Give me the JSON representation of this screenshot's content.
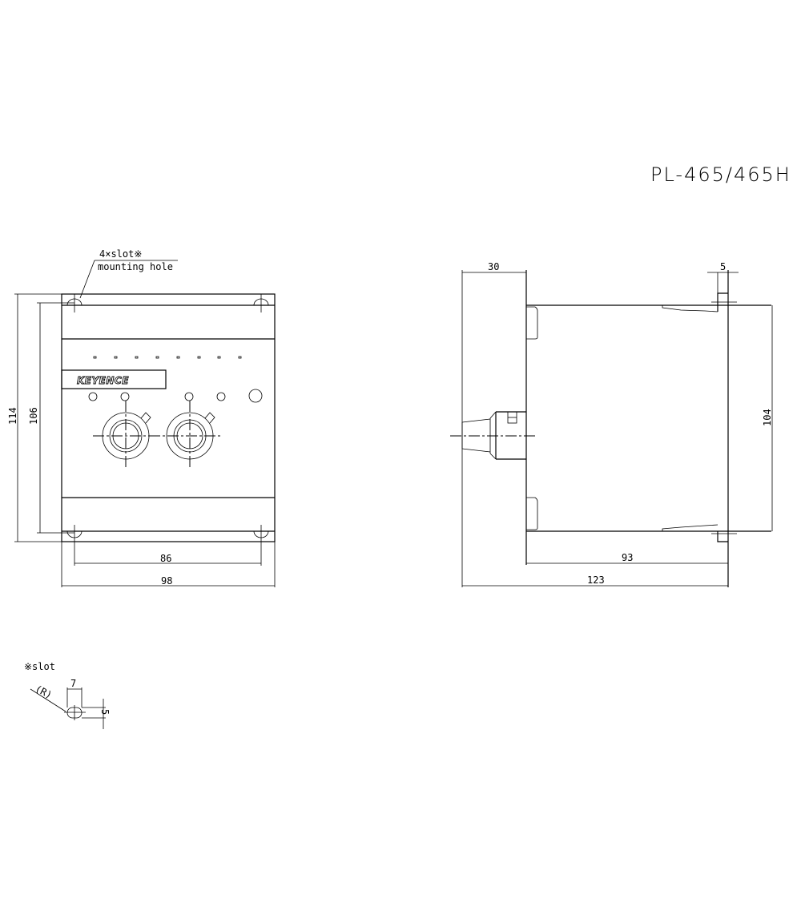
{
  "drawing": {
    "title": "PL-465/465H",
    "brand_label": "KEYENCE"
  },
  "front_view": {
    "callout_line1": "4×slot※",
    "callout_line2": "mounting hole",
    "dimensions": {
      "overall_height": "114",
      "hole_pitch_height": "106",
      "hole_pitch_width": "86",
      "overall_width": "98"
    },
    "indicator_count": 8,
    "connector_count": 2
  },
  "side_view": {
    "dimensions": {
      "connector_depth": "30",
      "flange_thickness": "5",
      "body_height": "104",
      "body_depth": "93",
      "overall_depth": "123"
    }
  },
  "slot_detail": {
    "label": "※slot",
    "radius_label": "(R)",
    "width": "7",
    "height": "5"
  },
  "colors": {
    "line": "#000000",
    "background": "#ffffff"
  }
}
